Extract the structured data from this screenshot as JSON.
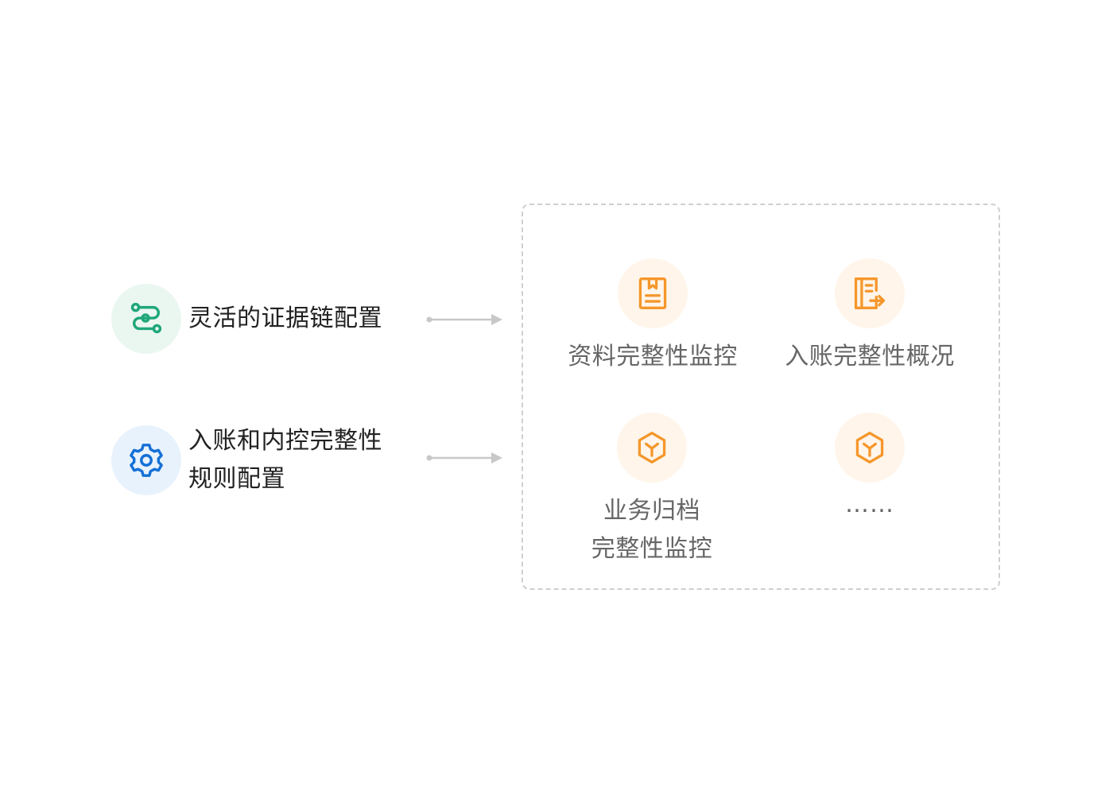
{
  "features": [
    {
      "label": "灵活的证据链配置",
      "icon": "chain-link-icon",
      "color": "#1fa77a",
      "bg": "#eaf7f1"
    },
    {
      "label_line1": "入账和内控完整性",
      "label_line2": "规则配置",
      "icon": "gear-icon",
      "color": "#1570d6",
      "bg": "#e8f2fd"
    }
  ],
  "modules": [
    {
      "label": "资料完整性监控",
      "icon": "document-bookmark-icon"
    },
    {
      "label": "入账完整性概况",
      "icon": "document-export-icon"
    },
    {
      "label_line1": "业务归档",
      "label_line2": "完整性监控",
      "icon": "cube-icon"
    },
    {
      "label": "……",
      "icon": "cube-icon"
    }
  ],
  "colors": {
    "accent_orange": "#f5972b",
    "module_icon_bg": "#fff5ea",
    "arrow": "#c8c8c8",
    "dashed_border": "#cfcfcf"
  }
}
